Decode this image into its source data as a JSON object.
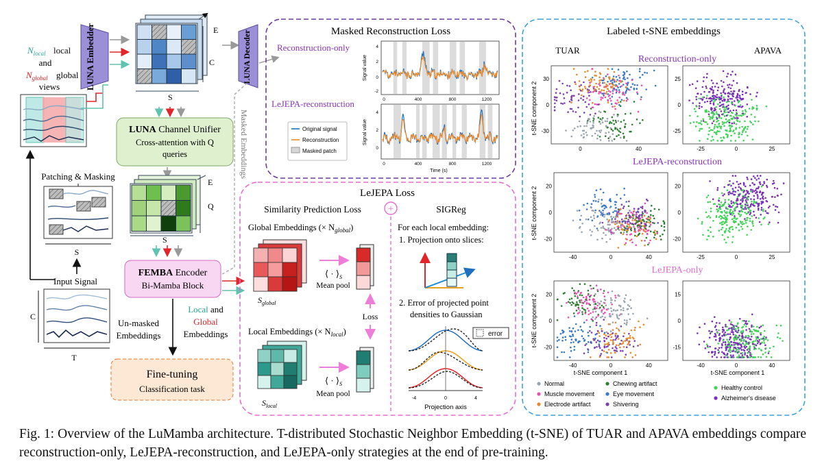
{
  "pipeline": {
    "luna_embedder": "LUNA Embedder",
    "views_local": "N",
    "views_local_sub": "local",
    "views_local_word": "local",
    "views_and": "and",
    "views_global": "N",
    "views_global_sub": "global",
    "views_global_word": "global",
    "views_word": "views",
    "tensor_e": "E",
    "tensor_c": "C",
    "tensor_s": "S",
    "tensor_q": "Q",
    "luna_decoder": "LUNA Decoder",
    "channel_unifier_bold": "LUNA",
    "channel_unifier_rest": "Channel Unifier",
    "channel_unifier_sub": "Cross-attention with Q queries",
    "masked_embeddings": "Masked Embeddings",
    "patching_masking": "Patching & Masking",
    "input_signal": "Input Signal",
    "axis_c": "C",
    "axis_t": "T",
    "axis_s": "S",
    "femba_bold": "FEMBA",
    "femba_rest": "Encoder",
    "femba_sub": "Bi-Mamba Block",
    "unmasked": "Un-masked Embeddings",
    "local_word": "Local",
    "and_word": "and",
    "global_word": "Global",
    "embeddings_word": "Embeddings",
    "finetuning": "Fine-tuning",
    "finetuning_sub": "Classification task"
  },
  "masked_recon": {
    "title": "Masked Reconstruction Loss",
    "label_recon_only": "Reconstruction-only",
    "label_lejepa_recon": "LeJEPA-reconstruction",
    "ylabel": "Signal value",
    "xlabel": "Time (s)",
    "legend": [
      "Original signal",
      "Reconstruction",
      "Masked patch"
    ],
    "xticks": [
      "0",
      "400",
      "800",
      "1200"
    ],
    "yticks_top": [
      "4",
      "2",
      "0",
      "-2"
    ],
    "yticks_bottom": [
      "4",
      "2",
      "0"
    ]
  },
  "lejepa": {
    "title": "LeJEPA Loss",
    "sim_title": "Similarity Prediction Loss",
    "plus": "+",
    "sigreg_title": "SIGReg",
    "global_emb": "Global Embeddings (× N",
    "global_emb_sub": "global",
    "global_emb_close": ")",
    "s_global": "S",
    "s_global_sub": "global",
    "mean_pool": "Mean pool",
    "pool_op": "⟨ · ⟩",
    "pool_sub": "S",
    "loss": "Loss",
    "local_emb": "Local Embeddings (× N",
    "local_emb_sub": "local",
    "local_emb_close": ")",
    "s_local": "S",
    "s_local_sub": "local",
    "sigreg_line1": "For each local embedding:",
    "sigreg_line2": "1.  Projection onto slices:",
    "sigreg_line3": "2.  Error of projected point",
    "sigreg_line4": "densities to Gaussian",
    "error_label": "error",
    "proj_axis": "Projection axis",
    "proj_ticks": [
      "-4",
      "0",
      "4"
    ]
  },
  "tsne": {
    "title": "Labeled t-SNE embeddings",
    "dataset_left": "TUAR",
    "dataset_right": "APAVA",
    "row_labels": [
      "Reconstruction-only",
      "LeJEPA-reconstruction",
      "LeJEPA-only"
    ],
    "ylabel": "t-SNE component 2",
    "xlabel": "t-SNE component 1",
    "panels": [
      {
        "xticks": [
          "0",
          "40"
        ],
        "yticks": [
          "30",
          "0",
          "-30"
        ]
      },
      {
        "xticks": [
          "-25",
          "0",
          "25"
        ],
        "yticks": [
          "25",
          "0",
          "-25"
        ]
      },
      {
        "xticks": [
          "-40",
          "0",
          "40"
        ],
        "yticks": [
          "20",
          "0",
          "-20"
        ]
      },
      {
        "xticks": [
          "-25",
          "0",
          "25"
        ],
        "yticks": [
          "20",
          "0",
          "-20"
        ]
      },
      {
        "xticks": [
          "-40",
          "0",
          "40"
        ],
        "yticks": [
          "20",
          "0",
          "-20"
        ]
      },
      {
        "xticks": [
          "-40",
          "0",
          "40"
        ],
        "yticks": [
          "15",
          "0",
          "-15"
        ]
      }
    ],
    "legend_tuar": [
      {
        "label": "Normal",
        "color": "#9aa4ad"
      },
      {
        "label": "Chewing artifact",
        "color": "#2e7d32"
      },
      {
        "label": "Muscle movement",
        "color": "#e84fb5"
      },
      {
        "label": "Eye movement",
        "color": "#3b78c8"
      },
      {
        "label": "Electrode artifact",
        "color": "#e58a2c"
      },
      {
        "label": "Shivering",
        "color": "#7b3fb0"
      }
    ],
    "legend_apava": [
      {
        "label": "Healthy control",
        "color": "#43d35a"
      },
      {
        "label": "Alzheimer's disease",
        "color": "#7a2fb8"
      }
    ]
  },
  "caption": "Fig. 1: Overview of the LuMamba architecture. T-distributed Stochastic Neighbor Embedding (t-SNE) of TUAR and APAVA embeddings compare reconstruction-only, LeJEPA-reconstruction, and LeJEPA-only strategies at the end of pre-training.",
  "colors": {
    "luna_purple": "#9b8fd8",
    "unifier_green": "#dff0cf",
    "femba_pink": "#f7d7f1",
    "finetune_orange": "#fde8d6",
    "recon_border": "#6b3aa0",
    "lejepa_border": "#e86ccf",
    "tsne_border": "#3aa2d8",
    "label_purple": "#8a35b8",
    "label_pink": "#e06bd4"
  }
}
